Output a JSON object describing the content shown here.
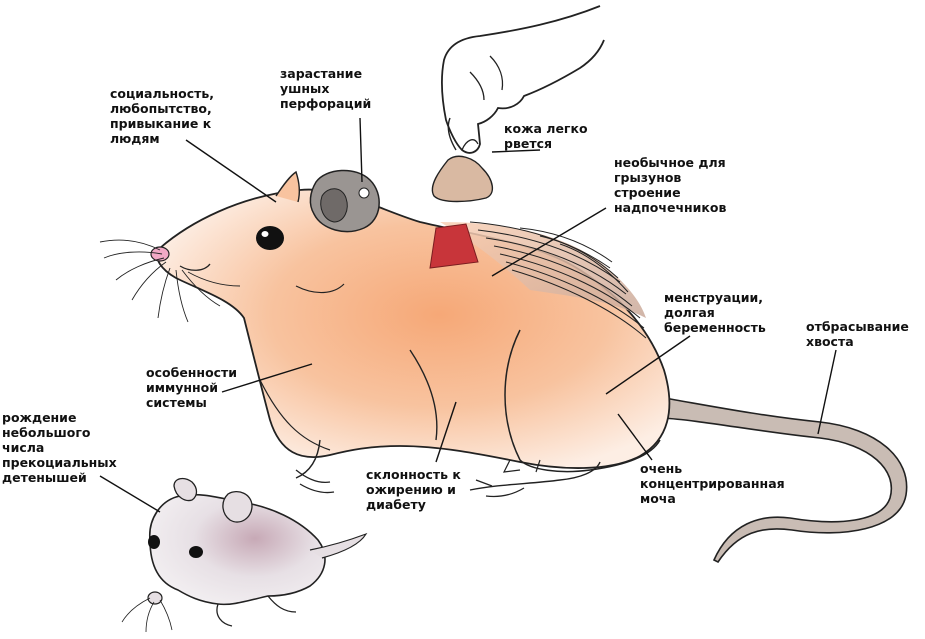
{
  "labels": {
    "social": "социальность,\nлюбопытство,\nпривыкание к\nлюдям",
    "ear": "зарастание\nушных\nперфораций",
    "skin": "кожа легко\nрвется",
    "adrenal": "необычное для\nгрызунов\nстроение\nнадпочечников",
    "menstruation": "менструации,\nдолгая\nбеременность",
    "tail": "отбрасывание\nхвоста",
    "immune": "особенности\nиммунной\nсистемы",
    "birth": "рождение\nнебольшого\nчисла\nпрекоциальных\nдетенышей",
    "obesity": "склонность к\nожирению и\nдиабету",
    "urine": "очень\nконцентрированная\nмоча"
  },
  "colors": {
    "body_orange": "#f7b58a",
    "body_light": "#fde3d0",
    "tail": "#c9bcb4",
    "adrenal": "#c8353a",
    "skin_piece": "#d9b9a2",
    "pup": "#e6dfe3",
    "ear_gray": "#9a9592",
    "nose_pink": "#f2a9c6"
  },
  "icons": {
    "adult": "spiny-mouse-illustration",
    "pup": "spiny-mouse-pup-illustration",
    "hand": "hand-pinching-skin-illustration"
  }
}
